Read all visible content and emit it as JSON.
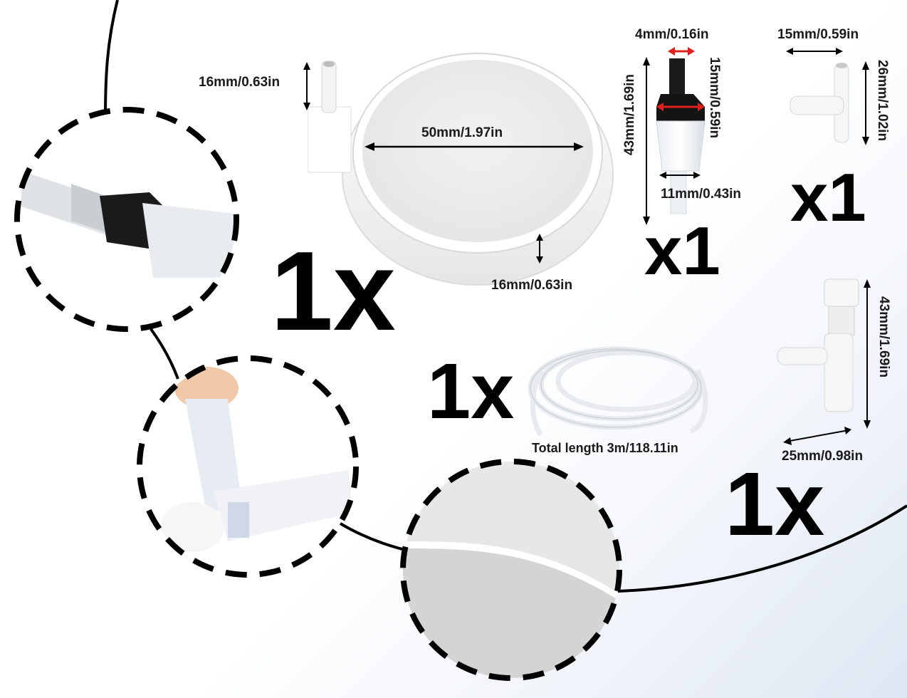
{
  "products": {
    "air_stone": {
      "quantity": "1x",
      "diameter": "50mm/1.97in",
      "height": "16mm/0.63in",
      "nozzle_height": "16mm/0.63in"
    },
    "check_valve": {
      "quantity": "x1",
      "top_width": "4mm/0.16in",
      "side_length": "15mm/0.59in",
      "body_width": "11mm/0.43in",
      "total_length": "43mm/1.69in"
    },
    "t_connector": {
      "quantity": "x1",
      "width": "15mm/0.59in",
      "height": "26mm/1.02in"
    },
    "tubing": {
      "quantity": "1x",
      "length": "Total length 3m/118.11in"
    },
    "control_valve": {
      "quantity": "1x",
      "height": "43mm/1.69in",
      "width": "25mm/0.98in"
    }
  },
  "colors": {
    "accent_arrow": "#e0201c",
    "text": "#000000"
  }
}
